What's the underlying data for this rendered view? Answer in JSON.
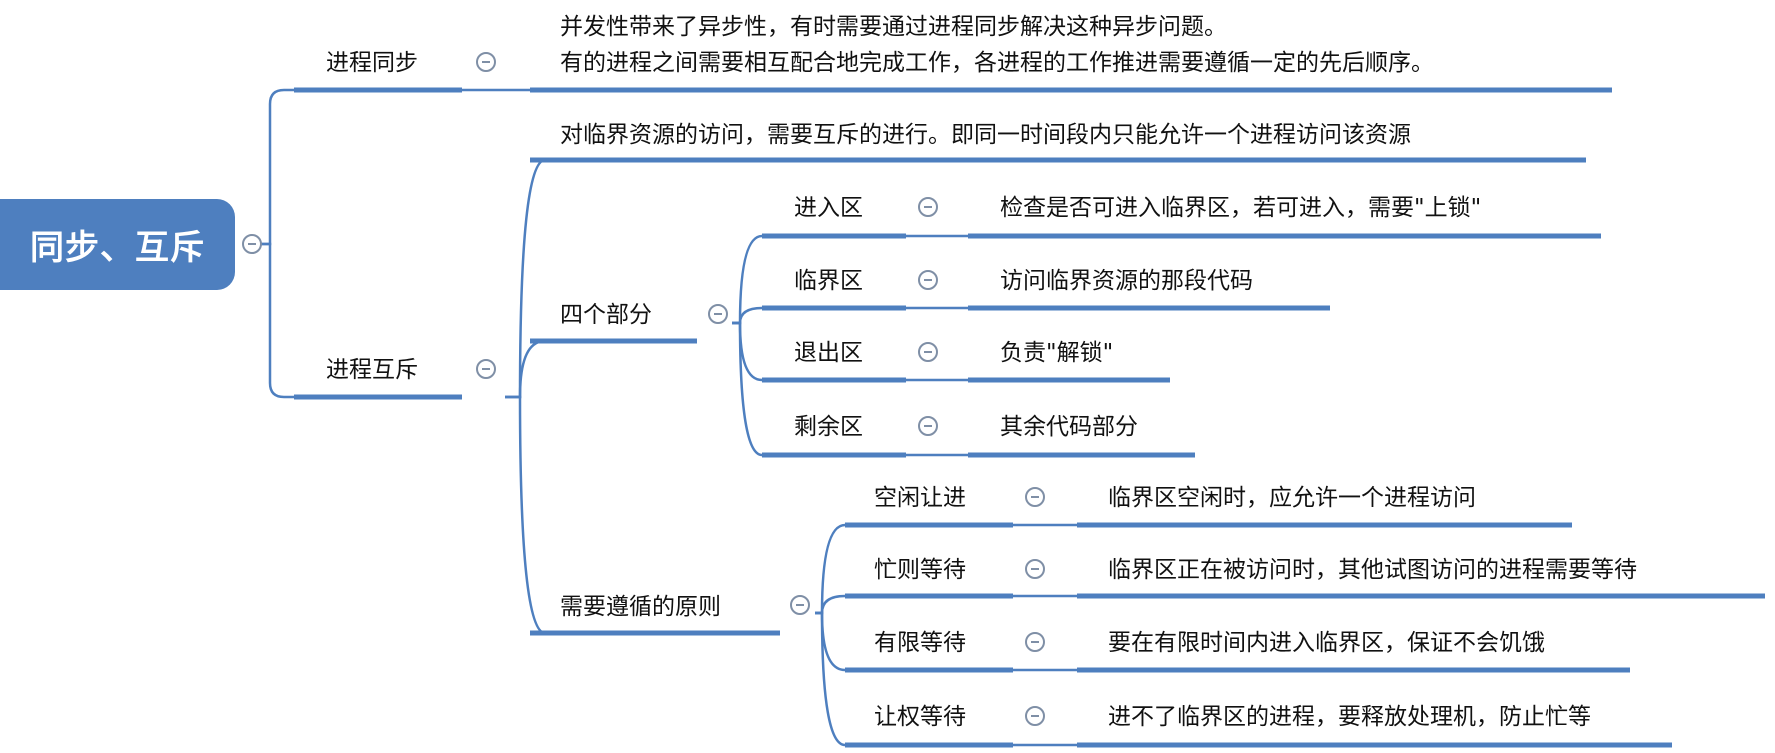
{
  "root": {
    "label": "同步、互斥"
  },
  "sync": {
    "label": "进程同步",
    "desc_line1": "并发性带来了异步性，有时需要通过进程同步解决这种异步问题。",
    "desc_line2": "有的进程之间需要相互配合地完成工作，各进程的工作推进需要遵循一定的先后顺序。"
  },
  "mutex": {
    "label": "进程互斥",
    "desc": "对临界资源的访问，需要互斥的进行。即同一时间段内只能允许一个进程访问该资源",
    "parts": {
      "label": "四个部分",
      "items": [
        {
          "label": "进入区",
          "desc": "检查是否可进入临界区，若可进入，需要\"上锁\""
        },
        {
          "label": "临界区",
          "desc": "访问临界资源的那段代码"
        },
        {
          "label": "退出区",
          "desc": "负责\"解锁\""
        },
        {
          "label": "剩余区",
          "desc": "其余代码部分"
        }
      ]
    },
    "principles": {
      "label": "需要遵循的原则",
      "items": [
        {
          "label": "空闲让进",
          "desc": "临界区空闲时，应允许一个进程访问"
        },
        {
          "label": "忙则等待",
          "desc": "临界区正在被访问时，其他试图访问的进程需要等待"
        },
        {
          "label": "有限等待",
          "desc": "要在有限时间内进入临界区，保证不会饥饿"
        },
        {
          "label": "让权等待",
          "desc": "进不了临界区的进程，要释放处理机，防止忙等"
        }
      ]
    }
  }
}
